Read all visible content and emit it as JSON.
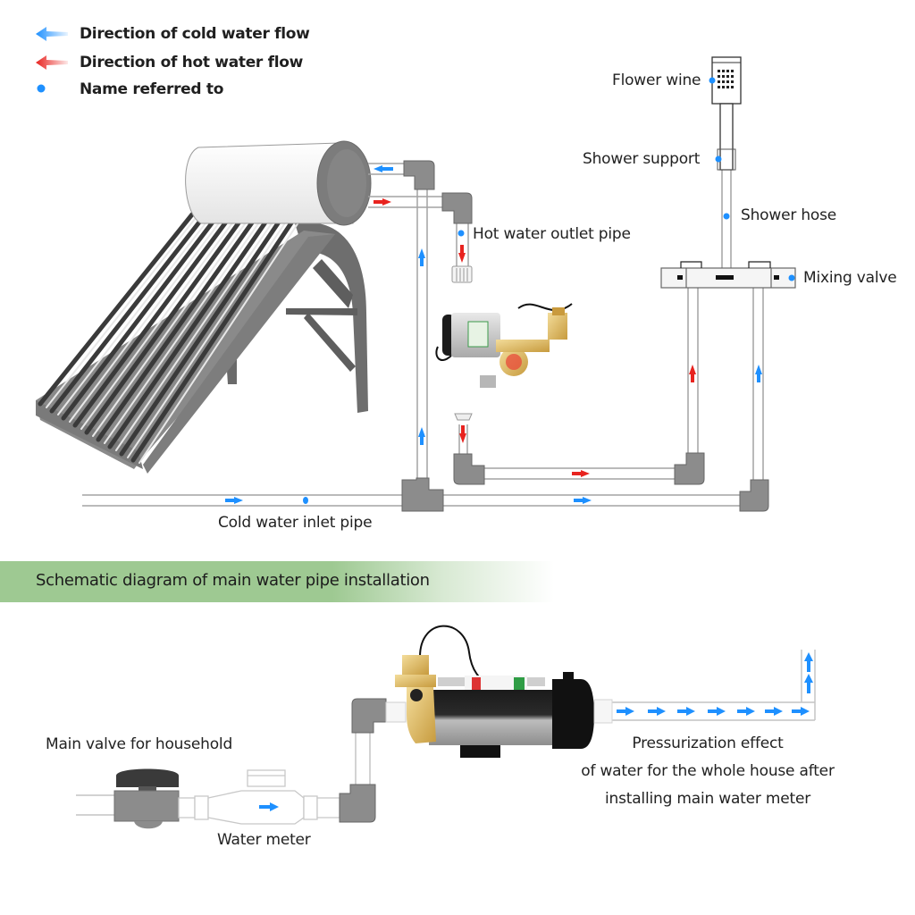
{
  "legend": {
    "items": [
      {
        "icon": "cold-arrow-icon",
        "color": "#1e90ff",
        "label": "Direction of cold water flow"
      },
      {
        "icon": "hot-arrow-icon",
        "color": "#e8231f",
        "label": "Direction of hot water flow"
      },
      {
        "icon": "dot-icon",
        "color": "#1e90ff",
        "label": "Name referred to"
      }
    ]
  },
  "top_diagram": {
    "labels": {
      "flower_wine": "Flower wine",
      "shower_support": "Shower support",
      "shower_hose": "Shower hose",
      "hot_water_outlet_pipe": "Hot water outlet pipe",
      "mixing_valve": "Mixing valve",
      "cold_water_inlet_pipe": "Cold water inlet pipe"
    }
  },
  "banner": {
    "title": "Schematic diagram of main water pipe installation",
    "color": "#9ec992"
  },
  "bottom_diagram": {
    "labels": {
      "main_valve": "Main valve for household",
      "water_meter": "Water meter",
      "pressurization_line1": "Pressurization effect",
      "pressurization_line2": "of water for the whole house after",
      "pressurization_line3": "installing main water meter"
    }
  },
  "colors": {
    "cold": "#1e90ff",
    "hot": "#e8231f",
    "fitting": "#8c8c8c",
    "pipe_line": "#9a9a9a"
  }
}
